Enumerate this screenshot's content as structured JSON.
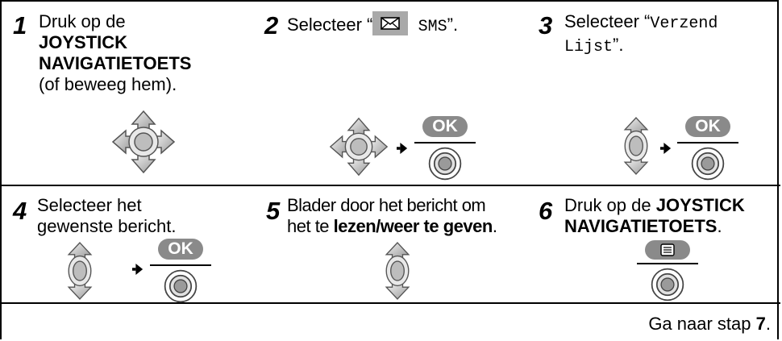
{
  "steps": [
    {
      "number": "1",
      "line1": "Druk op de",
      "line2": "JOYSTICK",
      "line3": "NAVIGATIETOETS",
      "line4": "(of beweeg hem)."
    },
    {
      "number": "2",
      "prefix": "Selecteer “",
      "menu": "SMS",
      "suffix": "”."
    },
    {
      "number": "3",
      "prefix": "Selecteer “",
      "menu_line1": "Verzend",
      "menu_line2": "Lijst",
      "suffix": "”."
    },
    {
      "number": "4",
      "line1": "Selecteer het",
      "line2": "gewenste bericht."
    },
    {
      "number": "5",
      "line1": "Blader door het bericht om",
      "line2_prefix": "het te ",
      "line2_bold": "lezen/weer te geven",
      "line2_suffix": "."
    },
    {
      "number": "6",
      "line1_prefix": "Druk op de ",
      "line1_bold": "JOYSTICK",
      "line2_bold": "NAVIGATIETOETS",
      "line2_suffix": "."
    }
  ],
  "ok_label": "OK",
  "footer": {
    "prefix": "Ga naar stap ",
    "step": "7",
    "suffix": "."
  },
  "icons": [
    "joystick-4way-icon",
    "joystick-updown-icon",
    "ok-key-icon",
    "menu-key-icon",
    "arrow-right-icon",
    "envelope-icon"
  ]
}
